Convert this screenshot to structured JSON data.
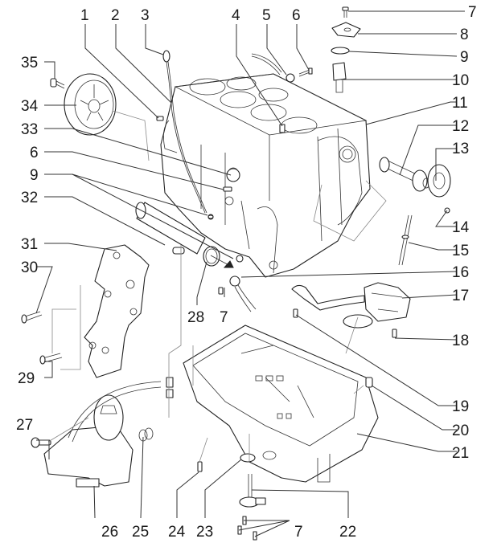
{
  "title": "Engine block exploded view",
  "callouts": [
    {
      "id": "1",
      "label": "1",
      "part": "bolt"
    },
    {
      "id": "2",
      "label": "2",
      "part": "dipstick-tube-bracket"
    },
    {
      "id": "3",
      "label": "3",
      "part": "dipstick"
    },
    {
      "id": "4",
      "label": "4",
      "part": "dowel-stud"
    },
    {
      "id": "5",
      "label": "5",
      "part": "oil-pipe-union"
    },
    {
      "id": "6a",
      "label": "6",
      "part": "banjo-bolt"
    },
    {
      "id": "7a",
      "label": "7",
      "part": "screw"
    },
    {
      "id": "8",
      "label": "8",
      "part": "cover-plate"
    },
    {
      "id": "9a",
      "label": "9",
      "part": "o-ring"
    },
    {
      "id": "10",
      "label": "10",
      "part": "drive-gear-shaft"
    },
    {
      "id": "11",
      "label": "11",
      "part": "cylinder-block"
    },
    {
      "id": "12",
      "label": "12",
      "part": "intermediate-shaft"
    },
    {
      "id": "13",
      "label": "13",
      "part": "flange"
    },
    {
      "id": "14",
      "label": "14",
      "part": "screw"
    },
    {
      "id": "15",
      "label": "15",
      "part": "pump-drive-shaft"
    },
    {
      "id": "16",
      "label": "16",
      "part": "oil-jet"
    },
    {
      "id": "17",
      "label": "17",
      "part": "oil-pump"
    },
    {
      "id": "18",
      "label": "18",
      "part": "bolt"
    },
    {
      "id": "19",
      "label": "19",
      "part": "bolt"
    },
    {
      "id": "20",
      "label": "20",
      "part": "drain-plug"
    },
    {
      "id": "21",
      "label": "21",
      "part": "oil-sump"
    },
    {
      "id": "22",
      "label": "22",
      "part": "oil-level-sensor"
    },
    {
      "id": "23",
      "label": "23",
      "part": "seal"
    },
    {
      "id": "24",
      "label": "24",
      "part": "bolt"
    },
    {
      "id": "25",
      "label": "25",
      "part": "o-rings"
    },
    {
      "id": "26",
      "label": "26",
      "part": "oil-filter-bracket"
    },
    {
      "id": "27",
      "label": "27",
      "part": "bolt"
    },
    {
      "id": "28",
      "label": "28",
      "part": "plug"
    },
    {
      "id": "29",
      "label": "29",
      "part": "bolt"
    },
    {
      "id": "30",
      "label": "30",
      "part": "bolt"
    },
    {
      "id": "31",
      "label": "31",
      "part": "accessory-bracket"
    },
    {
      "id": "32",
      "label": "32",
      "part": "tube"
    },
    {
      "id": "33",
      "label": "33",
      "part": "oil-seal"
    },
    {
      "id": "6b",
      "label": "6",
      "part": "banjo-bolt"
    },
    {
      "id": "9b",
      "label": "9",
      "part": "o-ring"
    },
    {
      "id": "34",
      "label": "34",
      "part": "crankshaft-pulley"
    },
    {
      "id": "35",
      "label": "35",
      "part": "pulley-bolt"
    },
    {
      "id": "7b",
      "label": "7",
      "part": "screw"
    },
    {
      "id": "7c",
      "label": "7",
      "part": "screws"
    }
  ]
}
